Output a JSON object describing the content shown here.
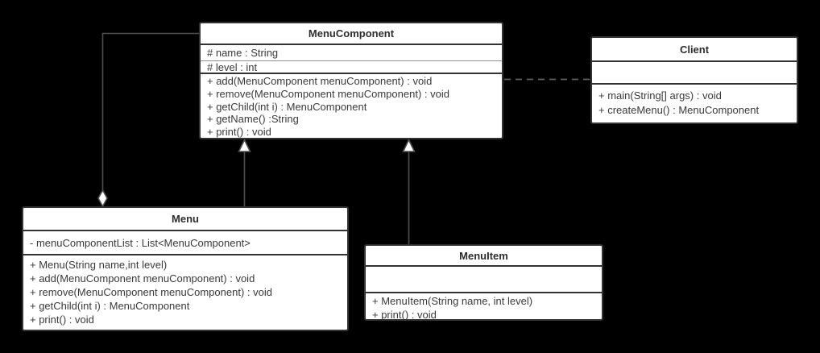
{
  "diagram": {
    "classes": {
      "menu_component": {
        "title": "MenuComponent",
        "attributes": [
          "# name : String",
          "# level : int"
        ],
        "methods": [
          "+ add(MenuComponent menuComponent) : void",
          "+ remove(MenuComponent menuComponent) : void",
          "+ getChild(int i) : MenuComponent",
          "+ getName() :String",
          "+ print() : void"
        ]
      },
      "client": {
        "title": "Client",
        "attributes": [],
        "methods": [
          "+ main(String[] args) : void",
          "+ createMenu() : MenuComponent"
        ]
      },
      "menu": {
        "title": "Menu",
        "attributes": [
          "- menuComponentList : List<MenuComponent>"
        ],
        "methods": [
          "+ Menu(String name,int level)",
          "+ add(MenuComponent menuComponent) : void",
          "+ remove(MenuComponent menuComponent) : void",
          "+ getChild(int i) : MenuComponent",
          "+ print() : void"
        ]
      },
      "menu_item": {
        "title": "MenuItem",
        "attributes": [],
        "methods": [
          "+ MenuItem(String name, int level)",
          "+ print() : void"
        ]
      }
    },
    "relationships": [
      {
        "type": "aggregation",
        "whole": "Menu",
        "part": "MenuComponent",
        "marker": "hollow-diamond-at-menu"
      },
      {
        "type": "generalization",
        "child": "Menu",
        "parent": "MenuComponent",
        "marker": "hollow-triangle"
      },
      {
        "type": "generalization",
        "child": "MenuItem",
        "parent": "MenuComponent",
        "marker": "hollow-triangle"
      },
      {
        "type": "dependency",
        "from": "Client",
        "to": "MenuComponent",
        "style": "dashed"
      }
    ]
  },
  "colors": {
    "background": "#000000",
    "box_fill": "#ffffff",
    "box_border": "#333333",
    "text": "#3a3a3a",
    "title_text": "#2d2d2d",
    "connector_line": "#4f4f4f",
    "dashed_line": "#606060"
  }
}
